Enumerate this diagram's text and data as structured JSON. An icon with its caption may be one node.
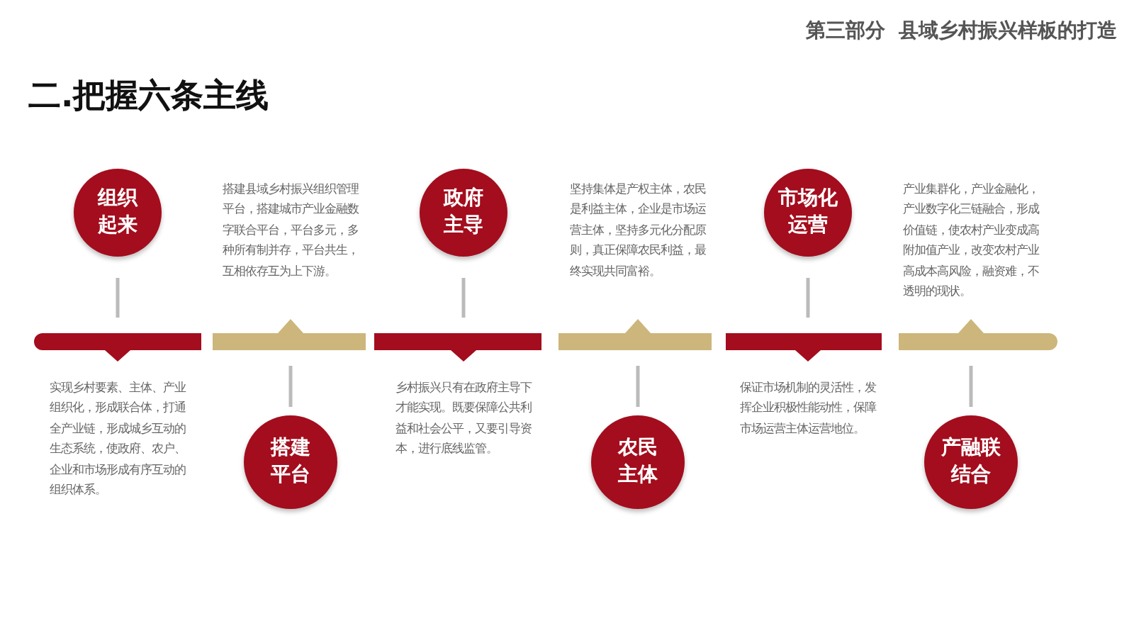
{
  "diagram": {
    "title": "二.把握六条主线",
    "nodes": [
      {
        "text": [
          "组织起来"
        ]
      },
      {
        "text": [
          "搭建平台"
        ]
      },
      {
        "text": [
          "政府主导"
        ]
      },
      {
        "text": [
          "农民主体"
        ]
      },
      {
        "text": [
          "市场化运营"
        ]
      },
      {
        "text": [
          "产融联结合"
        ]
      }
    ],
    "labels": [
      "第三部分  县域乡村振兴样板的打造",
      "实现乡村要素、主体、产业组织化，形成联合体，打通全产业链，形成城乡互动的生态系统，使政府、农户、企业和市场形成有序互动的组织体系。",
      "搭建县域乡村振兴组织管理平台，搭建城市产业金融数字联合平台，平台多元，多种所有制并存，平台共生，互相依存互为上下游。",
      "乡村振兴只有在政府主导下才能实现。既要保障公共利益和社会公平，又要引导资本，进行底线监管。",
      "坚持集体是产权主体，农民是利益主体，企业是市场运营主体，坚持多元化分配原则，真正保障农民利益，最终实现共同富裕。",
      "保证市场机制的灵活性，发挥企业积极性能动性，保障市场运营主体运营地位。",
      "产业集群化，产业金融化，产业数字化三链融合，形成价值链，使农村产业变成高附加值产业，改变农村产业高成本高风险，融资难，不透明的现状。"
    ]
  }
}
